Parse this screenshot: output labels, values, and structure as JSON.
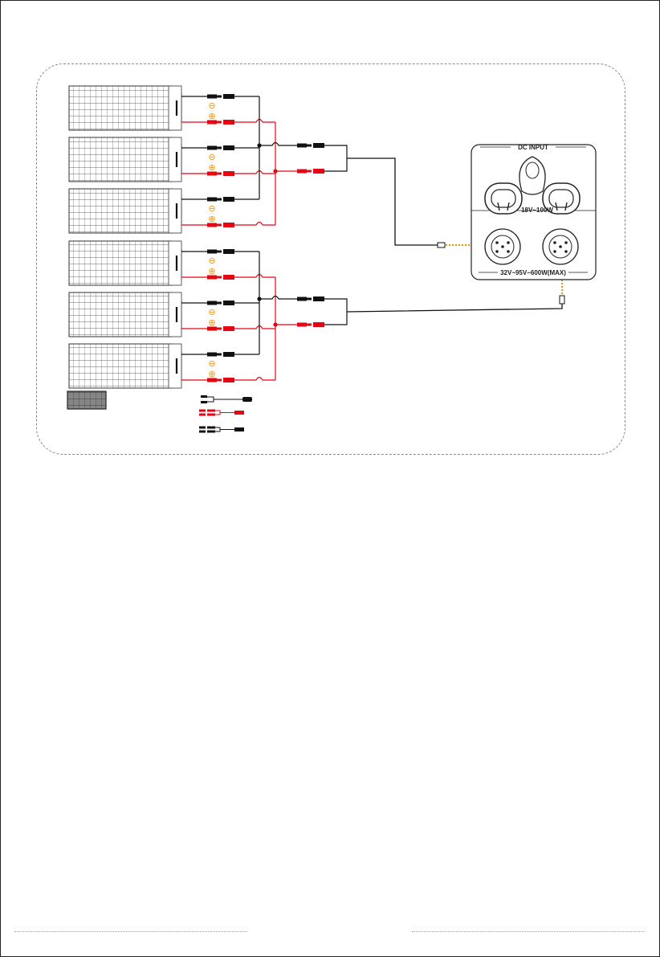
{
  "device": {
    "panel_title": "DC INPUT",
    "upper_ports_label": "18V~100W",
    "lower_ports_label": "32V~95V~600W(MAX)"
  },
  "symbols": {
    "negative": "⊖",
    "positive": "⊕"
  },
  "colors": {
    "positive_wire": "#e30613",
    "negative_wire": "#111111",
    "arrow": "#f39200",
    "symbol": "#f39200"
  },
  "icons": {
    "panel": "solar-panel-icon",
    "extension_cable": "extension-cable-icon",
    "y_branch_red": "y-branch-red-icon",
    "y_branch_black": "y-branch-black-icon",
    "port": "dc-input-port-icon"
  }
}
